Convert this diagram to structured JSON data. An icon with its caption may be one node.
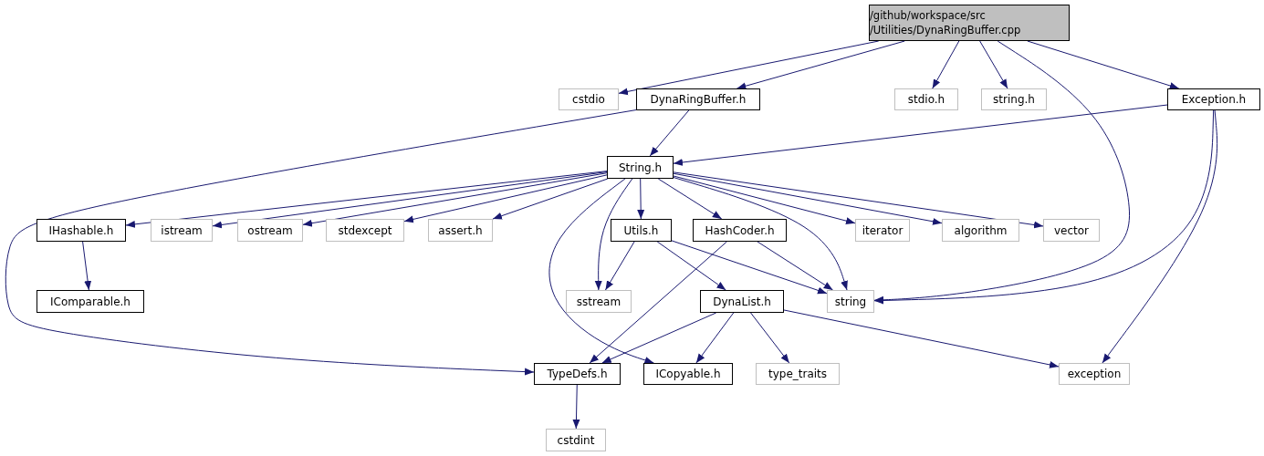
{
  "diagram": {
    "nodes": [
      {
        "text": [
          "/github/workspace/src /Utilities/DynaRingBuffer.cpp"
        ]
      },
      {
        "text": [
          "cstdio"
        ]
      },
      {
        "text": [
          "DynaRingBuffer.h"
        ]
      },
      {
        "text": [
          "stdio.h"
        ]
      },
      {
        "text": [
          "string.h"
        ]
      },
      {
        "text": [
          "Exception.h"
        ]
      },
      {
        "text": [
          "String.h"
        ]
      },
      {
        "text": [
          "IHashable.h"
        ]
      },
      {
        "text": [
          "istream"
        ]
      },
      {
        "text": [
          "ostream"
        ]
      },
      {
        "text": [
          "stdexcept"
        ]
      },
      {
        "text": [
          "assert.h"
        ]
      },
      {
        "text": [
          "Utils.h"
        ]
      },
      {
        "text": [
          "HashCoder.h"
        ]
      },
      {
        "text": [
          "iterator"
        ]
      },
      {
        "text": [
          "algorithm"
        ]
      },
      {
        "text": [
          "vector"
        ]
      },
      {
        "text": [
          "IComparable.h"
        ]
      },
      {
        "text": [
          "sstream"
        ]
      },
      {
        "text": [
          "string"
        ]
      },
      {
        "text": [
          "DynaList.h"
        ]
      },
      {
        "text": [
          "TypeDefs.h"
        ]
      },
      {
        "text": [
          "ICopyable.h"
        ]
      },
      {
        "text": [
          "type_traits"
        ]
      },
      {
        "text": [
          "exception"
        ]
      },
      {
        "text": [
          "cstdint"
        ]
      }
    ],
    "edges": [
      {
        "from": 0,
        "to": 1,
        "arrow": "to"
      },
      {
        "from": 0,
        "to": 2,
        "arrow": "to"
      },
      {
        "from": 0,
        "to": 3,
        "arrow": "to"
      },
      {
        "from": 0,
        "to": 4,
        "arrow": "to"
      },
      {
        "from": 0,
        "to": 19,
        "arrow": "to"
      },
      {
        "from": 0,
        "to": 5,
        "arrow": "to"
      },
      {
        "from": 2,
        "to": 6,
        "arrow": "to"
      },
      {
        "from": 2,
        "to": 21,
        "arrow": "to"
      },
      {
        "from": 5,
        "to": 6,
        "arrow": "to"
      },
      {
        "from": 5,
        "to": 19,
        "arrow": "to"
      },
      {
        "from": 5,
        "to": 24,
        "arrow": "to"
      },
      {
        "from": 6,
        "to": 7,
        "arrow": "to"
      },
      {
        "from": 6,
        "to": 8,
        "arrow": "to"
      },
      {
        "from": 6,
        "to": 9,
        "arrow": "to"
      },
      {
        "from": 6,
        "to": 10,
        "arrow": "to"
      },
      {
        "from": 6,
        "to": 11,
        "arrow": "to"
      },
      {
        "from": 6,
        "to": 18,
        "arrow": "to"
      },
      {
        "from": 6,
        "to": 22,
        "arrow": "to"
      },
      {
        "from": 6,
        "to": 12,
        "arrow": "to"
      },
      {
        "from": 6,
        "to": 13,
        "arrow": "to"
      },
      {
        "from": 6,
        "to": 19,
        "arrow": "to"
      },
      {
        "from": 6,
        "to": 14,
        "arrow": "to"
      },
      {
        "from": 6,
        "to": 15,
        "arrow": "to"
      },
      {
        "from": 6,
        "to": 16,
        "arrow": "to"
      },
      {
        "from": 7,
        "to": 17,
        "arrow": "to"
      },
      {
        "from": 12,
        "to": 18,
        "arrow": "to"
      },
      {
        "from": 12,
        "to": 19,
        "arrow": "to"
      },
      {
        "from": 12,
        "to": 20,
        "arrow": "to"
      },
      {
        "from": 13,
        "to": 21,
        "arrow": "to"
      },
      {
        "from": 13,
        "to": 19,
        "arrow": "to"
      },
      {
        "from": 20,
        "to": 21,
        "arrow": "to"
      },
      {
        "from": 20,
        "to": 22,
        "arrow": "to"
      },
      {
        "from": 20,
        "to": 23,
        "arrow": "to"
      },
      {
        "from": 20,
        "to": 24,
        "arrow": "to"
      },
      {
        "from": 21,
        "to": 25,
        "arrow": "to"
      }
    ]
  }
}
